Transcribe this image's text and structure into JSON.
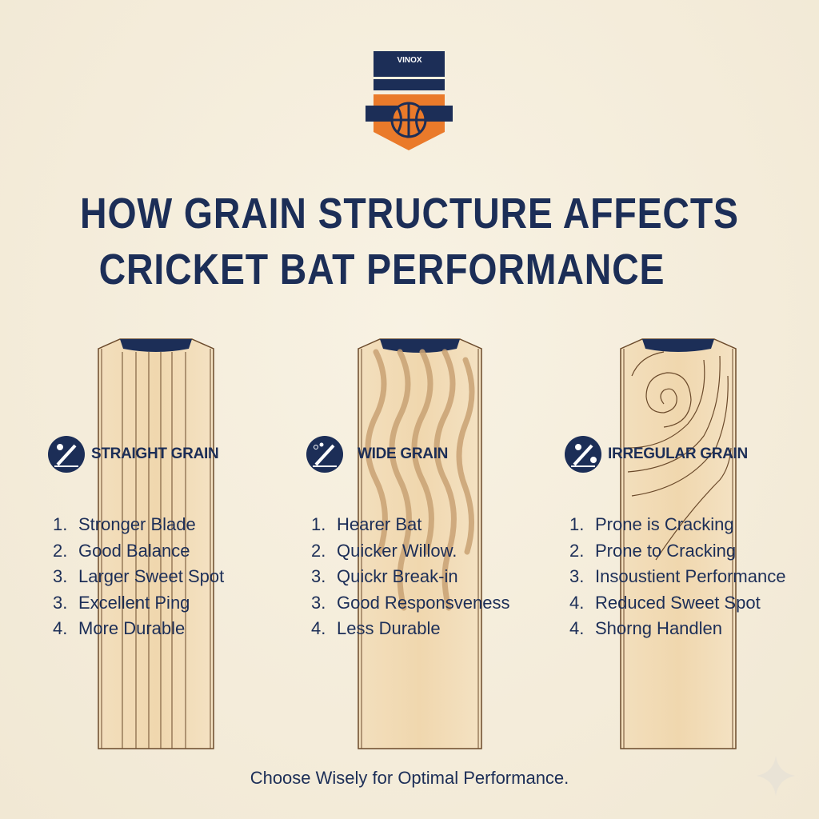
{
  "brand": {
    "name": "VINOX",
    "colors": {
      "navy": "#1c2e57",
      "orange": "#ea7a2a",
      "wood": "#efd9b4"
    }
  },
  "title": {
    "line1": "HOW GRAIN STRUCTURE AFFECTS",
    "line2": "CRICKET BAT PERFORMANCE"
  },
  "sections": [
    {
      "icon": "cricket-bat-ball-icon",
      "title": "STRAIGHT GRAIN",
      "items": [
        {
          "n": "1.",
          "text": "Stronger Blade"
        },
        {
          "n": "2.",
          "text": "Good Balance"
        },
        {
          "n": "3.",
          "text": "Larger Sweet Spot"
        },
        {
          "n": "3.",
          "text": "Excellent Ping"
        },
        {
          "n": "4.",
          "text": "More Durable"
        }
      ]
    },
    {
      "icon": "cricket-bat-water-drops-icon",
      "title": "WIDE GRAIN",
      "items": [
        {
          "n": "1.",
          "text": "Hearer Bat"
        },
        {
          "n": "2.",
          "text": "Quicker Willow."
        },
        {
          "n": "3.",
          "text": "Quickr Break-in"
        },
        {
          "n": "3.",
          "text": "Good Responsveness"
        },
        {
          "n": "4.",
          "text": "Less Durable"
        }
      ]
    },
    {
      "icon": "cricket-bat-balls-icon",
      "title": "IRREGULAR GRAIN",
      "items": [
        {
          "n": "1.",
          "text": "Prone is Cracking"
        },
        {
          "n": "2.",
          "text": "Prone to Cracking"
        },
        {
          "n": "3.",
          "text": "Insoustient Performance"
        },
        {
          "n": "4.",
          "text": "Reduced Sweet Spot"
        },
        {
          "n": "4.",
          "text": "Shorng Handlen"
        }
      ]
    }
  ],
  "footer": "Choose Wisely for Optimal Performance."
}
